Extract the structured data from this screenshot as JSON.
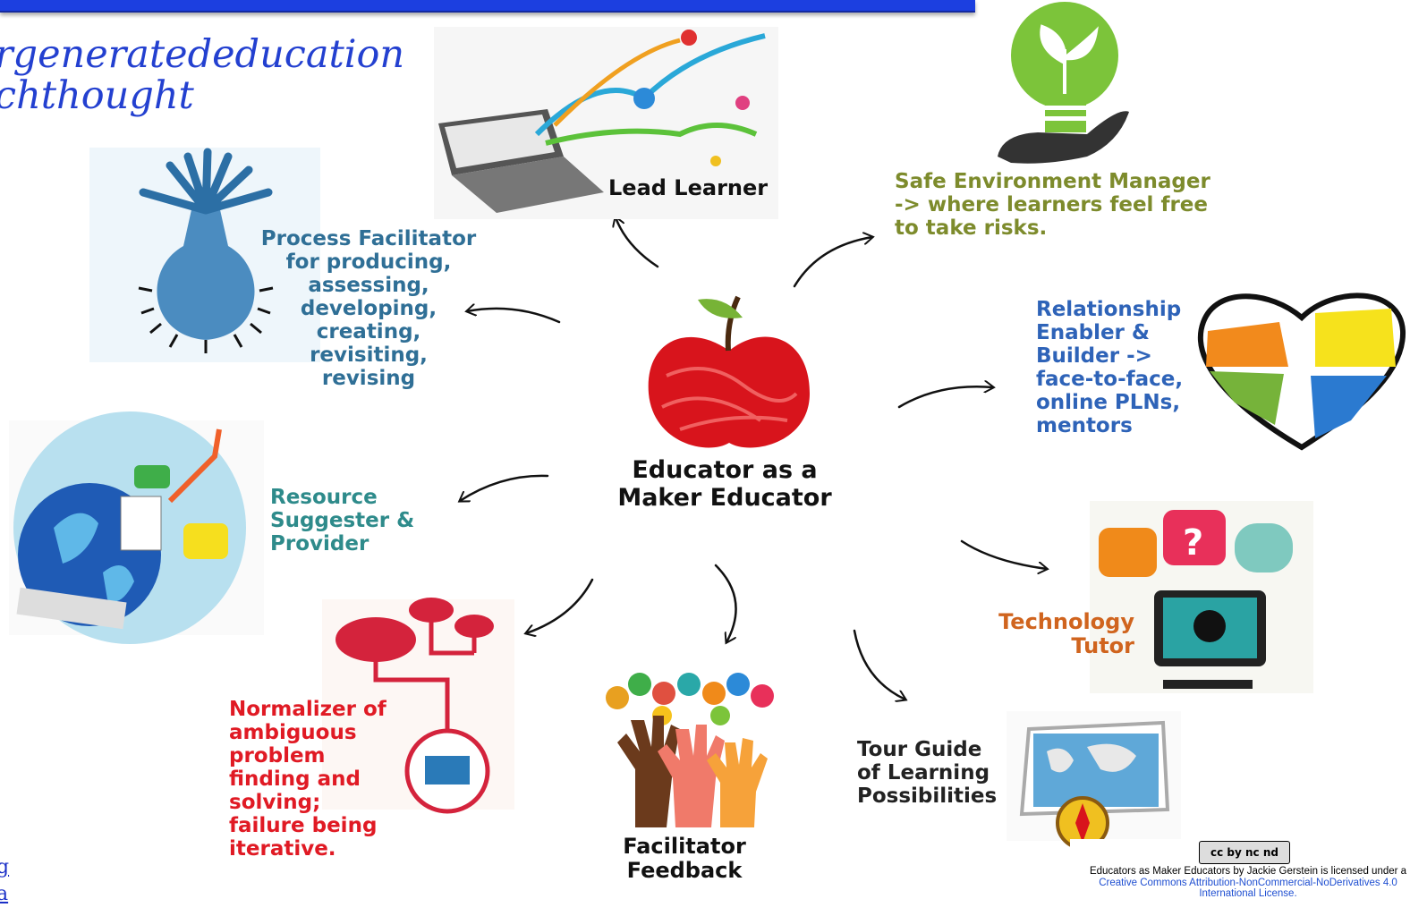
{
  "header": {
    "hashtag_line1": "rgeneratededucation",
    "hashtag_line2": "chthought"
  },
  "diagram": {
    "center_label": "Educator as a\nMaker Educator",
    "roles": [
      {
        "id": "lead",
        "label": "Lead Learner",
        "color": "#111111",
        "icon": "laptop-splash-icon"
      },
      {
        "id": "safe",
        "label": "Safe Environment Manager\n-> where learners feel free\nto take risks.",
        "color": "#7d8b2c",
        "icon": "lightbulb-hand-icon"
      },
      {
        "id": "process",
        "label": "Process Facilitator\nfor producing,\nassessing,\ndeveloping,\ncreating,\nrevisiting,\nrevising",
        "color": "#2f6f96",
        "icon": "tree-bulb-icon"
      },
      {
        "id": "relationship",
        "label": "Relationship\nEnabler &\nBuilder ->\nface-to-face,\nonline PLNs,\nmentors",
        "color": "#2e63b8",
        "icon": "puzzle-heart-icon"
      },
      {
        "id": "resource",
        "label": "Resource\nSuggester &\nProvider",
        "color": "#2e8b8b",
        "icon": "globe-media-icon"
      },
      {
        "id": "tech",
        "label": "Technology\nTutor",
        "color": "#d0641e",
        "icon": "monitor-speech-icon"
      },
      {
        "id": "normalizer",
        "label": "Normalizer of\nambiguous\nproblem\nfinding and\nsolving;\nfailure being\niterative.",
        "color": "#e01a24",
        "icon": "cloud-network-icon"
      },
      {
        "id": "tour",
        "label": "Tour Guide\nof Learning\nPossibilities",
        "color": "#222222",
        "icon": "map-compass-icon"
      },
      {
        "id": "feedback",
        "label": "Facilitator\nFeedback",
        "color": "#111111",
        "icon": "raised-hands-icon"
      }
    ]
  },
  "left_links": [
    "g",
    "a"
  ],
  "license": {
    "badge": "cc by nc nd",
    "text_plain": "Educators as Maker Educators by Jackie Gerstein is licensed under a ",
    "text_link": "Creative Commons Attribution-NonCommercial-NoDerivatives 4.0 International License."
  },
  "colors": {
    "topbar": "#1c3fe0",
    "hashtag": "#2340d0",
    "apple": "#d8141c"
  }
}
